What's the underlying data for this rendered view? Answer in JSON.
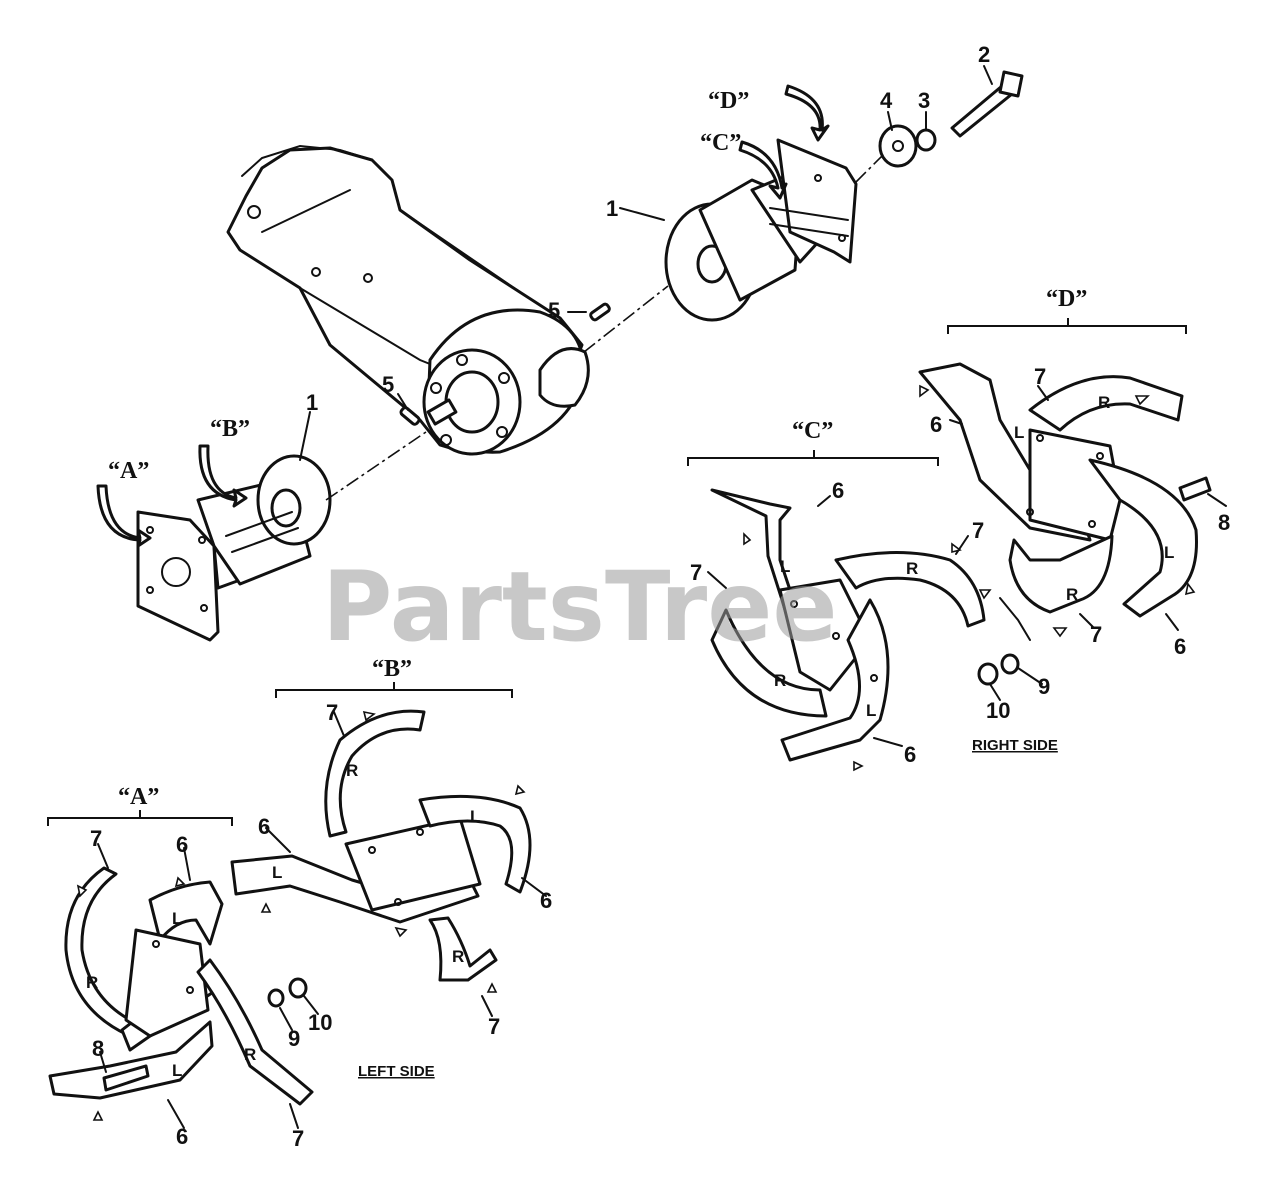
{
  "watermark": "PartsTree",
  "groups": {
    "a": "“A”",
    "b": "“B”",
    "c": "“C”",
    "d": "“D”"
  },
  "sides": {
    "left": "LEFT SIDE",
    "right": "RIGHT SIDE"
  },
  "tine_letters": {
    "left": "L",
    "right": "R"
  },
  "callouts": {
    "n1": "1",
    "n2": "2",
    "n3": "3",
    "n4": "4",
    "n5": "5",
    "n6": "6",
    "n7": "7",
    "n8": "8",
    "n9": "9",
    "n10": "10"
  }
}
